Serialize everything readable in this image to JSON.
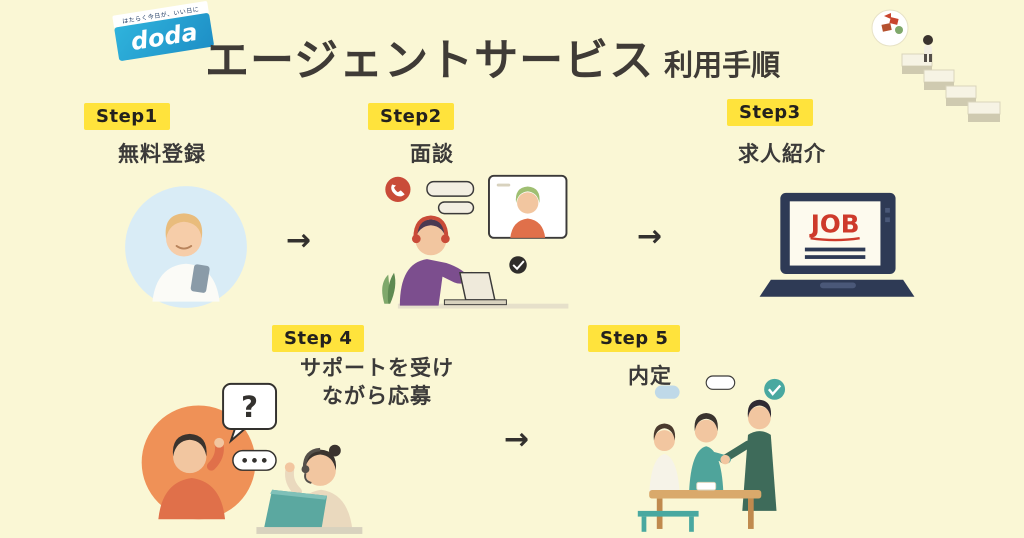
{
  "page": {
    "bg": "#FAF7D5",
    "badge_bg": "#FFE33C",
    "text_dark": "#3B3A39"
  },
  "header": {
    "logo_text": "doda",
    "logo_tagline": "はたらく今日が、いい日に",
    "title_main": "エージェントサービス",
    "title_sub": "利用手順"
  },
  "steps": [
    {
      "badge": "Step1",
      "label": "無料登録"
    },
    {
      "badge": "Step2",
      "label": "面談"
    },
    {
      "badge": "Step3",
      "label": "求人紹介"
    },
    {
      "badge": "Step 4",
      "label": "サポートを受け\nながら応募"
    },
    {
      "badge": "Step 5",
      "label": "内定"
    }
  ],
  "arrows": {
    "right": "→"
  },
  "illustrations": {
    "job_screen_text": "JOB",
    "question_mark": "?"
  }
}
